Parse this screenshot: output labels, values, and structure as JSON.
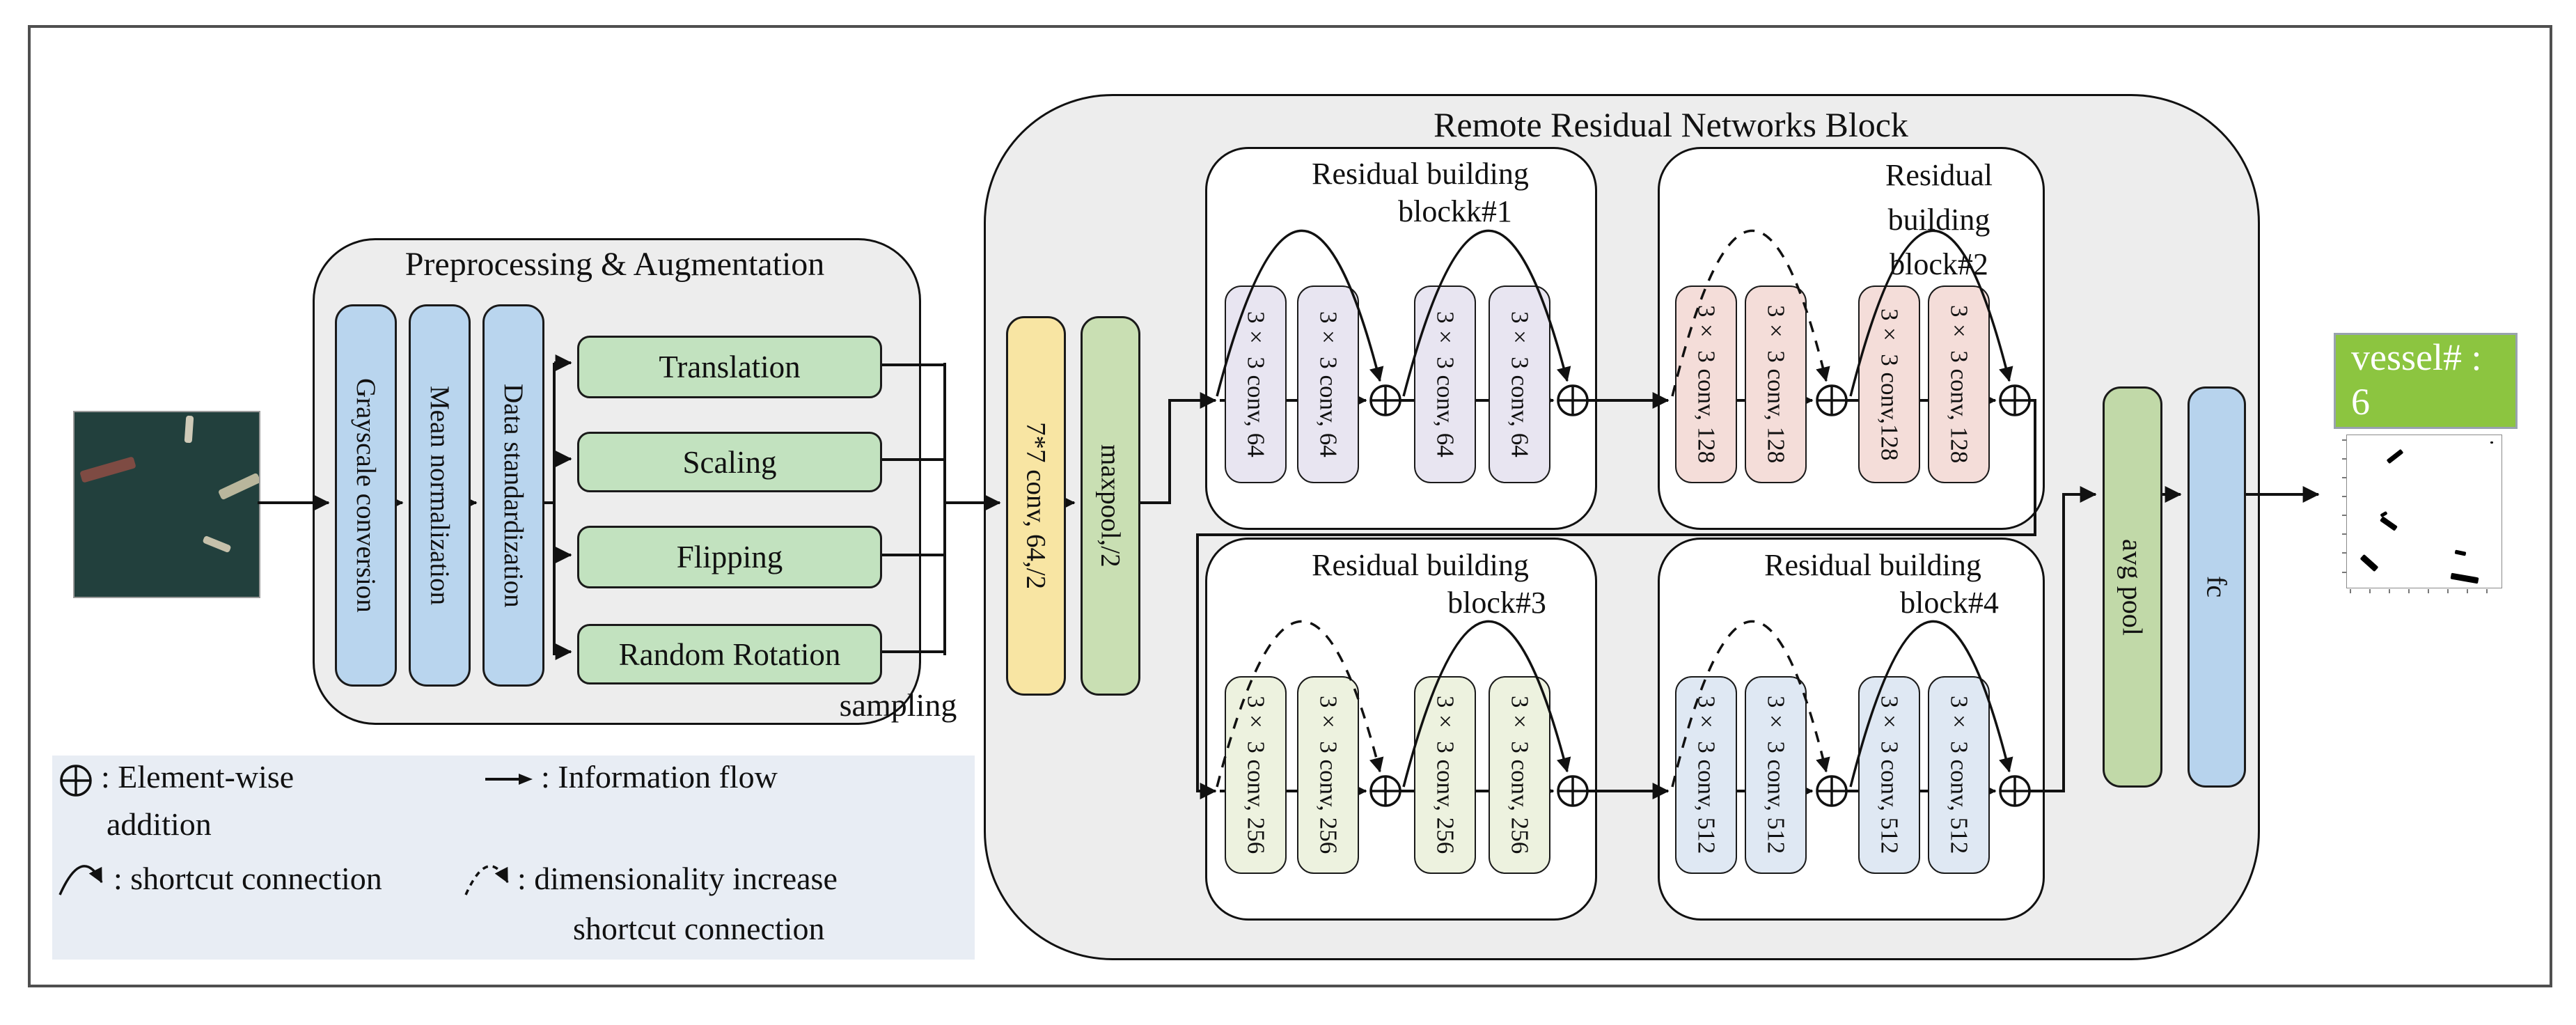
{
  "preprocessing": {
    "title": "Preprocessing & Augmentation",
    "steps": [
      "Grayscale conversion",
      "Mean normalization",
      "Data standardization"
    ],
    "augmentations": [
      "Translation",
      "Scaling",
      "Flipping",
      "Random Rotation"
    ],
    "sampling_label": "sampling"
  },
  "stem": {
    "conv": "7*7 conv, 64,/2",
    "maxpool": "maxpool,/2"
  },
  "rrnb": {
    "title": "Remote Residual Networks Block",
    "blocks": [
      {
        "title_line1": "Residual building",
        "title_line2": "blockk#1",
        "convs": [
          "3× 3 conv, 64",
          "3× 3 conv, 64",
          "3× 3 conv, 64",
          "3× 3 conv, 64"
        ]
      },
      {
        "title_line1": "Residual",
        "title_line2": "building",
        "title_line3": "block#2",
        "convs": [
          "3× 3 conv, 128",
          "3× 3 conv, 128",
          "3× 3 conv,128",
          "3× 3 conv, 128"
        ]
      },
      {
        "title_line1": "Residual building",
        "title_line2": "block#3",
        "convs": [
          "3× 3 conv, 256",
          "3× 3 conv, 256",
          "3× 3 conv, 256",
          "3× 3 conv, 256"
        ]
      },
      {
        "title_line1": "Residual building",
        "title_line2": "block#4",
        "convs": [
          "3× 3 conv, 512",
          "3× 3 conv, 512",
          "3× 3 conv, 512",
          "3× 3 conv, 512"
        ]
      }
    ],
    "avg_pool": "avg pool",
    "fc": "fc"
  },
  "output": {
    "vessel_label": "vessel# :",
    "vessel_count": "6"
  },
  "legend": {
    "elementwise": ": Element-wise",
    "elementwise_line2": "addition",
    "info_flow": ": Information flow",
    "shortcut": ": shortcut connection",
    "dim_increase": ": dimensionality increase",
    "dim_increase_line2": "shortcut connection"
  },
  "colors": {
    "step_blue": "#b9d5ee",
    "aug_green": "#c2e2bf",
    "stem_conv_yellow": "#f8e5a3",
    "stem_maxpool_green": "#c9dfb3",
    "conv64_lavender": "#e8e5f1",
    "conv128_pink": "#f4ddd9",
    "conv256_palegreen": "#edf2df",
    "conv512_paleblue": "#dfe8f3",
    "avgpool_green": "#c1d9a8",
    "fc_blue": "#b7d3ed",
    "vessel_green": "#8cc540",
    "container_gray": "#ededed",
    "legend_bg": "#e8edf4",
    "sea_teal": "#22403d"
  }
}
